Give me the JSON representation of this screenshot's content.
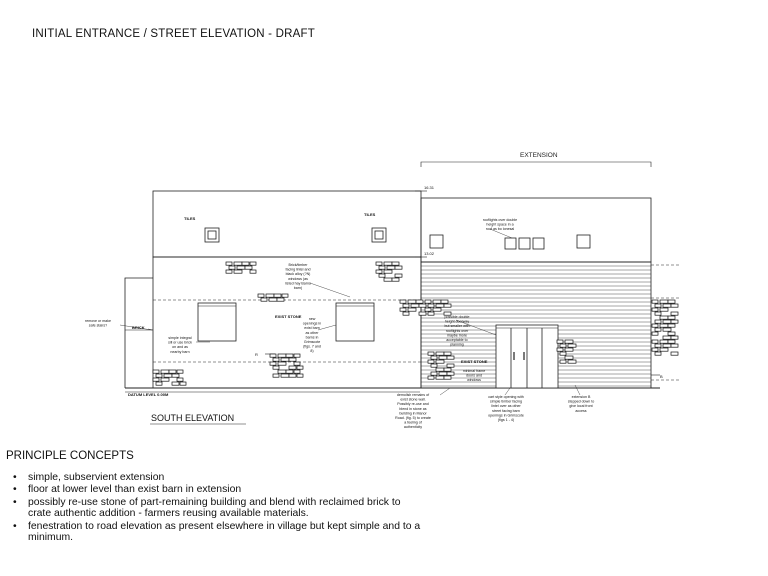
{
  "title": "INITIAL ENTRANCE / STREET ELEVATION - DRAFT",
  "drawing": {
    "view_label": "SOUTH  ELEVATION",
    "extension_label": "EXTENSION",
    "level_top": "16.31",
    "level_eaves": "13.02",
    "datum": "DATUM  LEVEL  0.00M",
    "tiles_left": "TILES",
    "tiles_right": "TILES",
    "exist_stone_1": "EXIST STONE",
    "exist_stone_2": "EXIST STONE",
    "brick": "BRICK",
    "marker_r": "R",
    "marker_b": "B",
    "notes": {
      "remove_stairs": [
        "remove or make",
        "safe stairs?"
      ],
      "brick_lintel": [
        "Brick/timber",
        "facing lintel and",
        "black alloy (?N)",
        "windows (as",
        "listed hay Barns",
        "barn)"
      ],
      "new_openings": [
        "new",
        "openings in",
        "exist barn",
        "as other",
        "barns in",
        "Grimscote",
        "(figs. 7 and",
        "8)"
      ],
      "simple_integral": [
        "simple integral",
        "sill or use brick",
        "on and as",
        "nearby barn"
      ],
      "rooflights_over": [
        "rooflights over double",
        "height space in a",
        "roof as bo lonesal"
      ],
      "possible_double": [
        "possible double",
        "height doorway",
        "but smaller with",
        "rooflights over",
        "maybe more",
        "acceptable to",
        "planning"
      ],
      "minimal_frame": [
        "minimal frame",
        "doors and",
        "windows"
      ],
      "demolish": [
        "demolish remains of",
        "exist stone wall.",
        "Possibly re-use and",
        "blend in stone as",
        "building in Manor",
        "Road. (fig. 5) to create",
        "a feeling of",
        "authenticity"
      ],
      "cart_style": [
        "cart style opening with",
        "simple timber facing",
        "lintel over as other",
        "street facing barn",
        "openings in Grimscote",
        "(figs 1 - 4)"
      ],
      "extension_stepped": [
        "extension B",
        "stepped down to",
        "give local front",
        "access"
      ]
    }
  },
  "concepts": {
    "heading": "PRINCIPLE CONCEPTS",
    "items": [
      "simple, subservient extension",
      "floor at lower level than exist barn in extension",
      "possibly re-use stone of part-remaining building and blend with reclaimed brick to crate authentic addition - farmers reusing available materials.",
      "fenestration to road elevation as present elsewhere in village but kept simple and to a minimum."
    ]
  }
}
